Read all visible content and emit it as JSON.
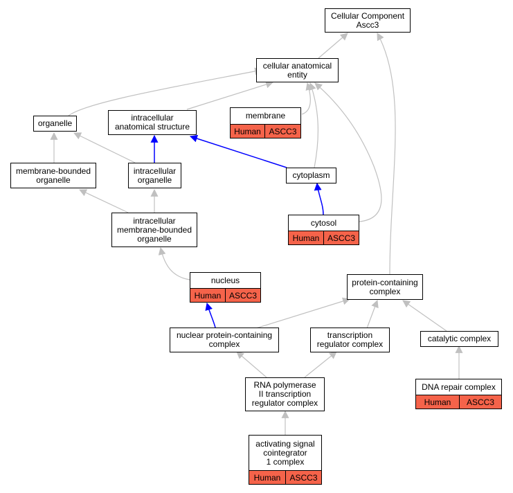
{
  "colors": {
    "edge_default": "#c0c0c0",
    "edge_highlight": "#0000ff",
    "annotation_fill": "#f5634a"
  },
  "nodes": {
    "root": {
      "label": "Cellular Component\nAscc3"
    },
    "cae": {
      "label": "cellular anatomical\nentity"
    },
    "organelle": {
      "label": "organelle"
    },
    "ias": {
      "label": "intracellular\nanatomical structure"
    },
    "membrane": {
      "label": "membrane",
      "annotation": {
        "species": "Human",
        "gene": "ASCC3"
      }
    },
    "mbo": {
      "label": "membrane-bounded\norganelle"
    },
    "io": {
      "label": "intracellular\norganelle"
    },
    "cytoplasm": {
      "label": "cytoplasm"
    },
    "imbo": {
      "label": "intracellular\nmembrane-bounded\norganelle"
    },
    "cytosol": {
      "label": "cytosol",
      "annotation": {
        "species": "Human",
        "gene": "ASCC3"
      }
    },
    "nucleus": {
      "label": "nucleus",
      "annotation": {
        "species": "Human",
        "gene": "ASCC3"
      }
    },
    "pcc": {
      "label": "protein-containing\ncomplex"
    },
    "npcc": {
      "label": "nuclear protein-containing\ncomplex"
    },
    "trc": {
      "label": "transcription\nregulator complex"
    },
    "cc": {
      "label": "catalytic complex"
    },
    "rnap": {
      "label": "RNA polymerase\nII transcription\nregulator complex"
    },
    "drc": {
      "label": "DNA repair complex",
      "annotation": {
        "species": "Human",
        "gene": "ASCC3"
      }
    },
    "asc": {
      "label": "activating signal\ncointegrator\n1 complex",
      "annotation": {
        "species": "Human",
        "gene": "ASCC3"
      }
    }
  }
}
